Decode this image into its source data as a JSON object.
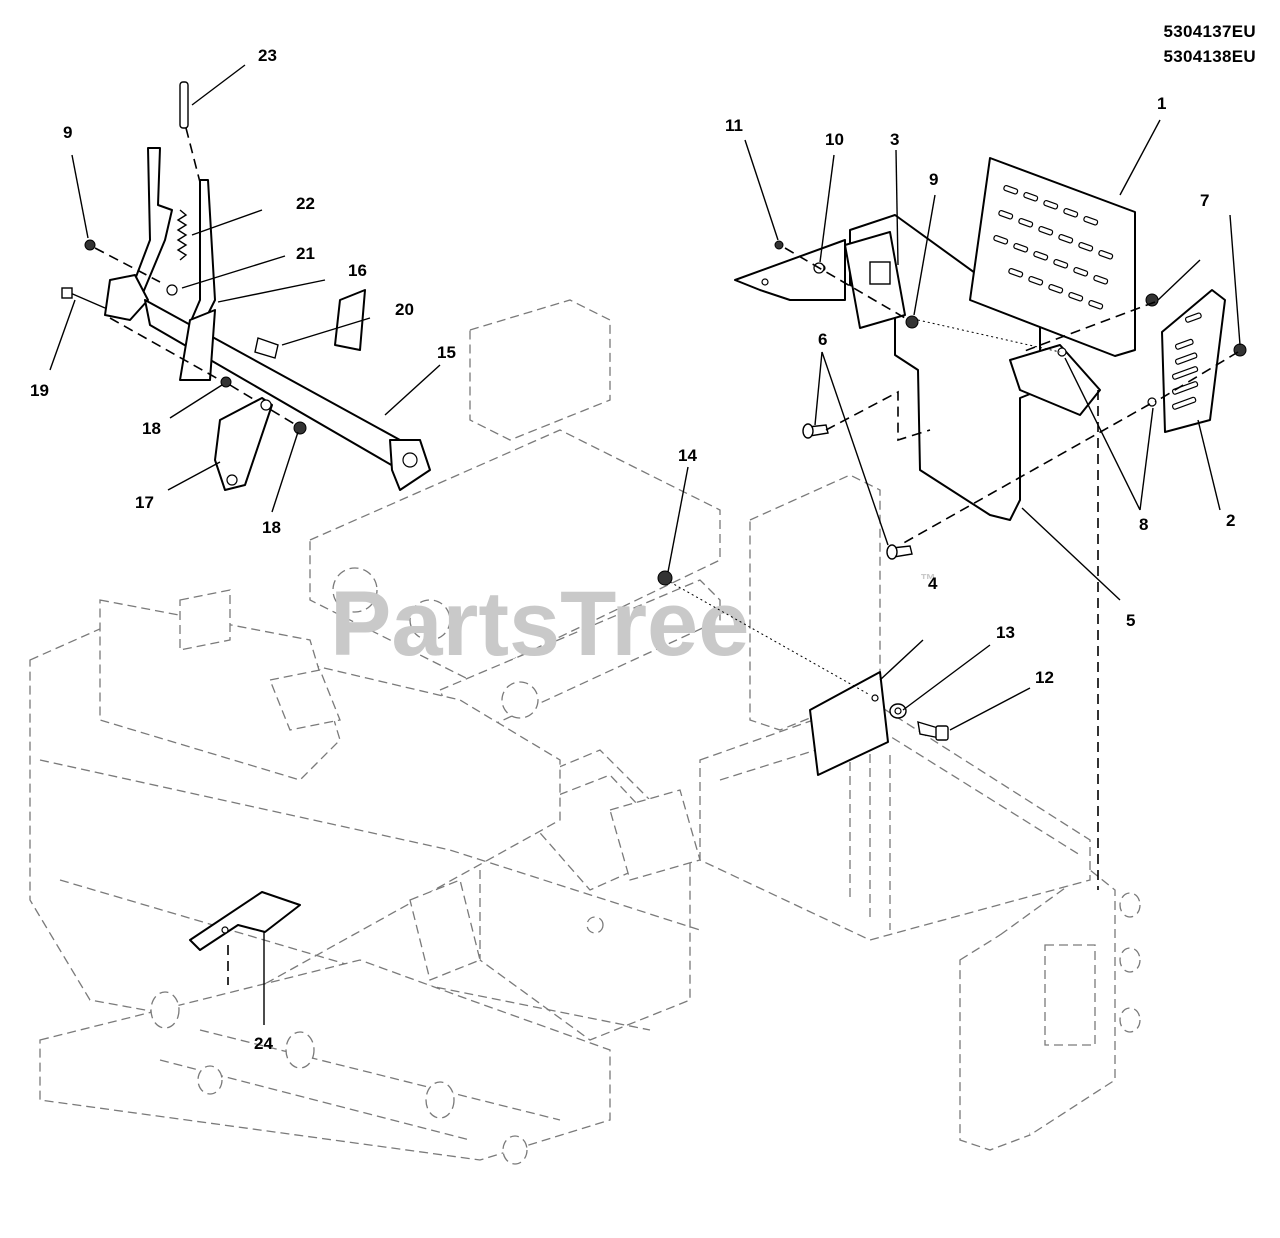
{
  "model_numbers": [
    "5304137EU",
    "5304138EU"
  ],
  "watermark": {
    "text": "PartsTree",
    "tm": "™"
  },
  "callouts": [
    {
      "id": "1",
      "label": "1"
    },
    {
      "id": "2",
      "label": "2"
    },
    {
      "id": "3",
      "label": "3"
    },
    {
      "id": "4",
      "label": "4"
    },
    {
      "id": "5",
      "label": "5"
    },
    {
      "id": "6",
      "label": "6"
    },
    {
      "id": "7a",
      "label": "7"
    },
    {
      "id": "8",
      "label": "8"
    },
    {
      "id": "9a",
      "label": "9"
    },
    {
      "id": "9b",
      "label": "9"
    },
    {
      "id": "10",
      "label": "10"
    },
    {
      "id": "11",
      "label": "11"
    },
    {
      "id": "12",
      "label": "12"
    },
    {
      "id": "13",
      "label": "13"
    },
    {
      "id": "14",
      "label": "14"
    },
    {
      "id": "15",
      "label": "15"
    },
    {
      "id": "16",
      "label": "16"
    },
    {
      "id": "17",
      "label": "17"
    },
    {
      "id": "18a",
      "label": "18"
    },
    {
      "id": "18b",
      "label": "18"
    },
    {
      "id": "19",
      "label": "19"
    },
    {
      "id": "20",
      "label": "20"
    },
    {
      "id": "21",
      "label": "21"
    },
    {
      "id": "22",
      "label": "22"
    },
    {
      "id": "23",
      "label": "23"
    },
    {
      "id": "24",
      "label": "24"
    }
  ]
}
